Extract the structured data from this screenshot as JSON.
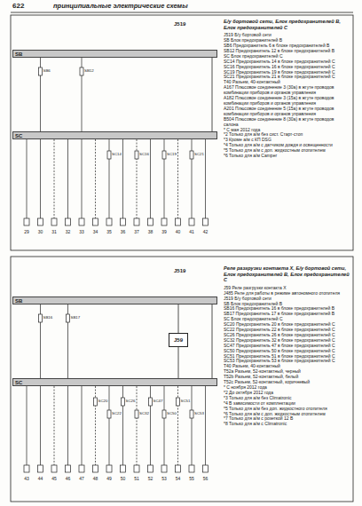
{
  "diagram": {
    "nodes": [
      {
        "text": [
          "SB"
        ]
      },
      {
        "text": [
          "SC"
        ]
      },
      {
        "text": [
          "SB"
        ]
      },
      {
        "text": [
          "SC"
        ]
      },
      {
        "text": [
          "J59"
        ]
      }
    ],
    "edges": [
      {
        "from": 0,
        "to": 1,
        "arrow": "none"
      },
      {
        "from": 2,
        "to": 3,
        "arrow": "none"
      },
      {
        "from": 2,
        "to": 4,
        "arrow": "none"
      },
      {
        "from": 4,
        "to": 3,
        "arrow": "none"
      }
    ],
    "labels": [
      "622",
      "принципиальные электрические схемы",
      "J519",
      "Б/у бортовой сети, Блок предохранителей B, Блок предохранителей C",
      "J519 Б/у бортовой сети",
      "SB Блок предохранителей B",
      "SB6 Предохранитель 6 в блоке предохранителей B",
      "SB12 Предохранитель 12 в блоке предохранителей B",
      "SC Блок предохранителей C",
      "SC14 Предохранитель 14 в блоке предохранителей C",
      "SC16 Предохранитель 16 в блоке предохранителей C",
      "SC19 Предохранитель 19 в блоке предохранителей C",
      "SC21 Предохранитель 21 в блоке предохранителей C",
      "T40 Разъем, 40-контактный",
      "A167 Плюсовое соединение 3 (30а) в жгуте проводов комбинации приборов и органов управления",
      "A182 Плюсовое соединение 3 (15а) в жгуте проводов комбинации приборов и органов управления",
      "A201 Плюсовое соединение 5 (15а) в жгуте проводов комбинации приборов и органов управления",
      "B504 Плюсовое соединение 8 (30а) в жгуте проводов салона",
      "* С мая 2012 года",
      "*2 Только для а/м без сист. Старт-стоп",
      "*3 Кроме а/м с КП DSG",
      "*4 Только для а/м с датчиком дождя и освещенности",
      "*5 Только для а/м с доп. жидкостным отопителем",
      "*6 Только для а/м Camper",
      "SB6",
      "SB12",
      "SC14",
      "SC16",
      "SC19",
      "SC21",
      "29",
      "30",
      "31",
      "32",
      "33",
      "34",
      "35",
      "36",
      "37",
      "38",
      "39",
      "40",
      "41",
      "42",
      "J519",
      "Реле разгрузки контакта X, Б/у бортовой сети, Блок предохранителей B, Блок предохранителей C",
      "J59 Реле разгрузки контакта X",
      "J485 Реле для работы в режиме автономного отопителя",
      "J519 Б/у бортовой сети",
      "SB Блок предохранителей B",
      "SB16 Предохранитель 16 в блоке предохранителей B",
      "SB17 Предохранитель 17 в блоке предохранителей B",
      "SC Блок предохранителей C",
      "SC20 Предохранитель 20 в блоке предохранителей C",
      "SC22 Предохранитель 22 в блоке предохранителей C",
      "SC26 Предохранитель 26 в блоке предохранителей C",
      "SC32 Предохранитель 32 в блоке предохранителей C",
      "SC47 Предохранитель 47 в блоке предохранителей C",
      "SC50 Предохранитель 50 в блоке предохранителей C",
      "SC51 Предохранитель 51 в блоке предохранителей C",
      "SC53 Предохранитель 53 в блоке предохранителей C",
      "T40 Разъем, 40-контактный",
      "T52a Разъем, 52-контактный, черный",
      "T52b Разъем, 52-контактный, белый",
      "T52c Разъем, 52-контактный, коричневый",
      "* С ноября 2012 года",
      "*2 До октября 2012 года",
      "*3 Только для а/м без Climatronic",
      "*4 В зависимости от комплектации",
      "*5 Только для а/м без доп. жидкостного отопителя",
      "*6 Только для а/м с доп. жидкостным отопителем",
      "*7 Только для а/м с розеткой 12 В",
      "*8 Только для а/м с Climatronic",
      "SB16",
      "SB17",
      "SC20",
      "SC22",
      "SC26",
      "SC32",
      "SC47",
      "SC50",
      "SC51",
      "SC53",
      "43",
      "44",
      "45",
      "46",
      "47",
      "48",
      "49",
      "50",
      "51",
      "52",
      "53",
      "54",
      "55",
      "56"
    ]
  }
}
